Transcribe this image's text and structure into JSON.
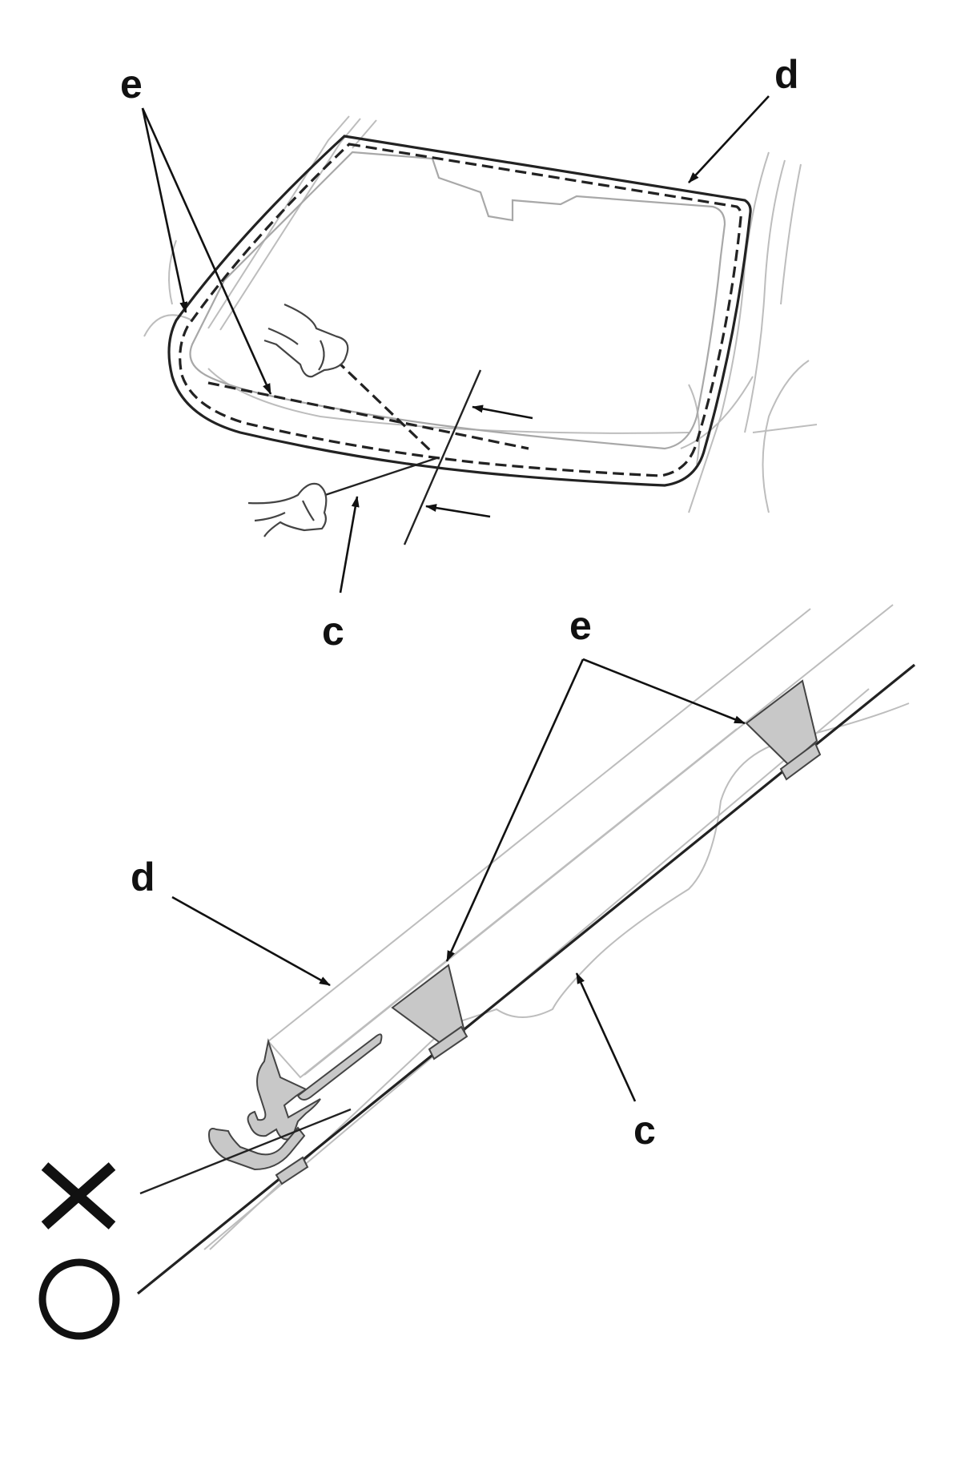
{
  "labels": {
    "top_e": "e",
    "top_d": "d",
    "top_c": "c",
    "bottom_e": "e",
    "bottom_d": "d",
    "bottom_c": "c"
  },
  "symbols": {
    "incorrect": "cross-mark",
    "correct": "circle-mark"
  }
}
